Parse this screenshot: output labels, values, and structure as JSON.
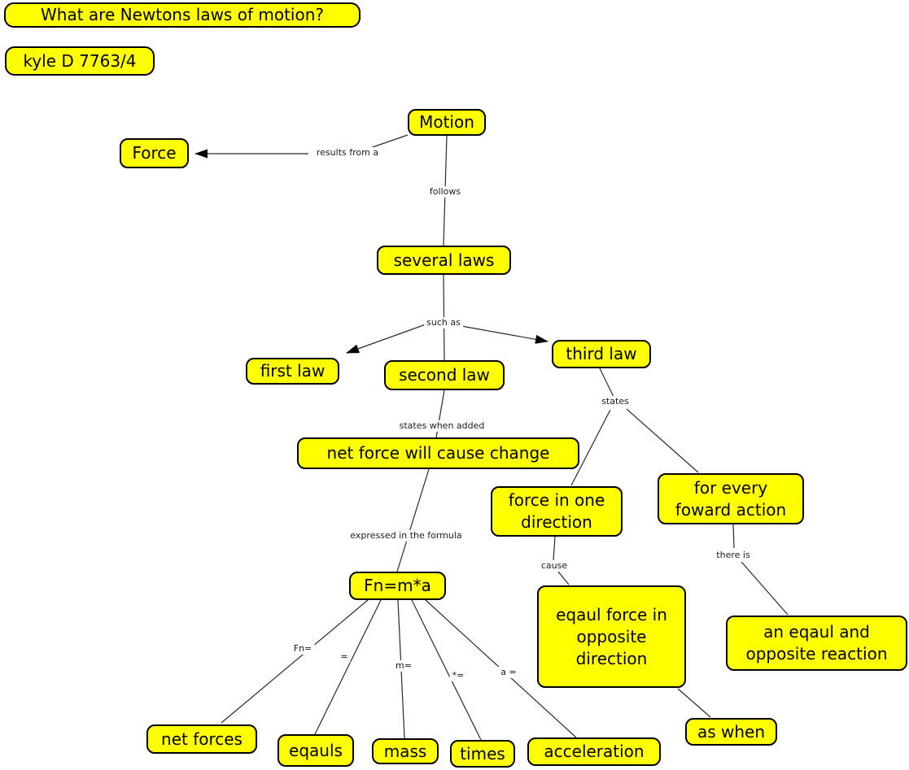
{
  "colors": {
    "node_fill": "#ffff00",
    "node_border": "#000000",
    "line": "#2a2a2a",
    "label_text": "#1c1c1c",
    "background": "#ffffff"
  },
  "titles": {
    "question": "What are Newtons laws of motion?",
    "author": "kyle D 7763/4"
  },
  "nodes": [
    {
      "id": "motion",
      "label": "Motion"
    },
    {
      "id": "force",
      "label": "Force"
    },
    {
      "id": "several-laws",
      "label": "several laws"
    },
    {
      "id": "first-law",
      "label": "first law"
    },
    {
      "id": "second-law",
      "label": "second law"
    },
    {
      "id": "third-law",
      "label": "third law"
    },
    {
      "id": "net-force-will-cause-change",
      "label": "net force will cause change"
    },
    {
      "id": "fn-formula",
      "label": "Fn=m*a"
    },
    {
      "id": "force-in-one-direction",
      "label": "force in one\ndirection"
    },
    {
      "id": "for-every-foward-action",
      "label": "for every\nfoward action"
    },
    {
      "id": "eqaul-force-in-opposite-direction",
      "label": "eqaul force in\nopposite\ndirection"
    },
    {
      "id": "an-eqaul-and-opposite-reaction",
      "label": "an eqaul and\nopposite reaction"
    },
    {
      "id": "as-when",
      "label": "as when"
    },
    {
      "id": "net-forces",
      "label": "net forces"
    },
    {
      "id": "eqauls",
      "label": "eqauls"
    },
    {
      "id": "mass",
      "label": "mass"
    },
    {
      "id": "times",
      "label": "times"
    },
    {
      "id": "acceleration",
      "label": "acceleration"
    }
  ],
  "edge_labels": [
    {
      "id": "results-from-a",
      "text": "results from a"
    },
    {
      "id": "follows",
      "text": "follows"
    },
    {
      "id": "such-as",
      "text": "such as"
    },
    {
      "id": "states-when-added",
      "text": "states when added"
    },
    {
      "id": "expressed-in-the-formula",
      "text": "expressed in the formula"
    },
    {
      "id": "states",
      "text": "states"
    },
    {
      "id": "cause",
      "text": "cause"
    },
    {
      "id": "there-is",
      "text": "there is"
    },
    {
      "id": "fn-equals",
      "text": "Fn="
    },
    {
      "id": "equals",
      "text": "="
    },
    {
      "id": "m-equals",
      "text": "m="
    },
    {
      "id": "star-equals",
      "text": "*="
    },
    {
      "id": "a-equals",
      "text": "a ="
    }
  ]
}
